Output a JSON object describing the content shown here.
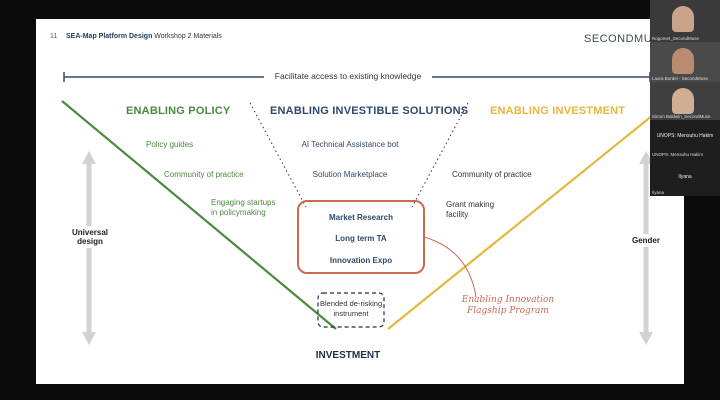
{
  "slide": {
    "number": "11",
    "title_bold": "SEA-Map Platform Design",
    "title_rest": " Workshop 2 Materials",
    "logo": "SECONDMUSE",
    "top_banner": "Facilitate access to existing knowledge",
    "columns": {
      "policy": {
        "heading": "ENABLING POLICY",
        "items": [
          "Policy guides",
          "Community of practice",
          "Engaging startups\nin policymaking"
        ]
      },
      "solutions": {
        "heading": "ENABLING INVESTIBLE SOLUTIONS",
        "items": [
          "AI Technical Assistance bot",
          "Solution Marketplace"
        ]
      },
      "investment": {
        "heading": "ENABLING INVESTMENT",
        "items": [
          "Community of practice",
          "Grant making\nfacility"
        ]
      }
    },
    "flagship_box": [
      "Market Research",
      "Long term TA",
      "Innovation Expo"
    ],
    "flagship_label": "Enabling Innovation\nFlagship Program",
    "blended": "Blended de-risking\ninstrument",
    "bottom_label": "INVESTMENT",
    "left_axis": "Universal\ndesign",
    "right_axis": "Gender",
    "colors": {
      "policy": "#4c8a3e",
      "solutions": "#2e4a6b",
      "investment": "#e4b63c",
      "flagship": "#c96a4e"
    }
  },
  "participants": [
    {
      "label": "Nogomet_SecondMuse",
      "icon": "person-video"
    },
    {
      "label": "Laura Bordei - SecondMuse",
      "icon": "person-video"
    },
    {
      "label": "Simon Baldwin_SecondMuse",
      "icon": "person-video"
    },
    {
      "center": "UNOPS: Mensuhu Hakim",
      "label": "UNOPS: Mensuhu Hakim"
    },
    {
      "center": "Ilyana",
      "label": "Ilyana"
    }
  ]
}
